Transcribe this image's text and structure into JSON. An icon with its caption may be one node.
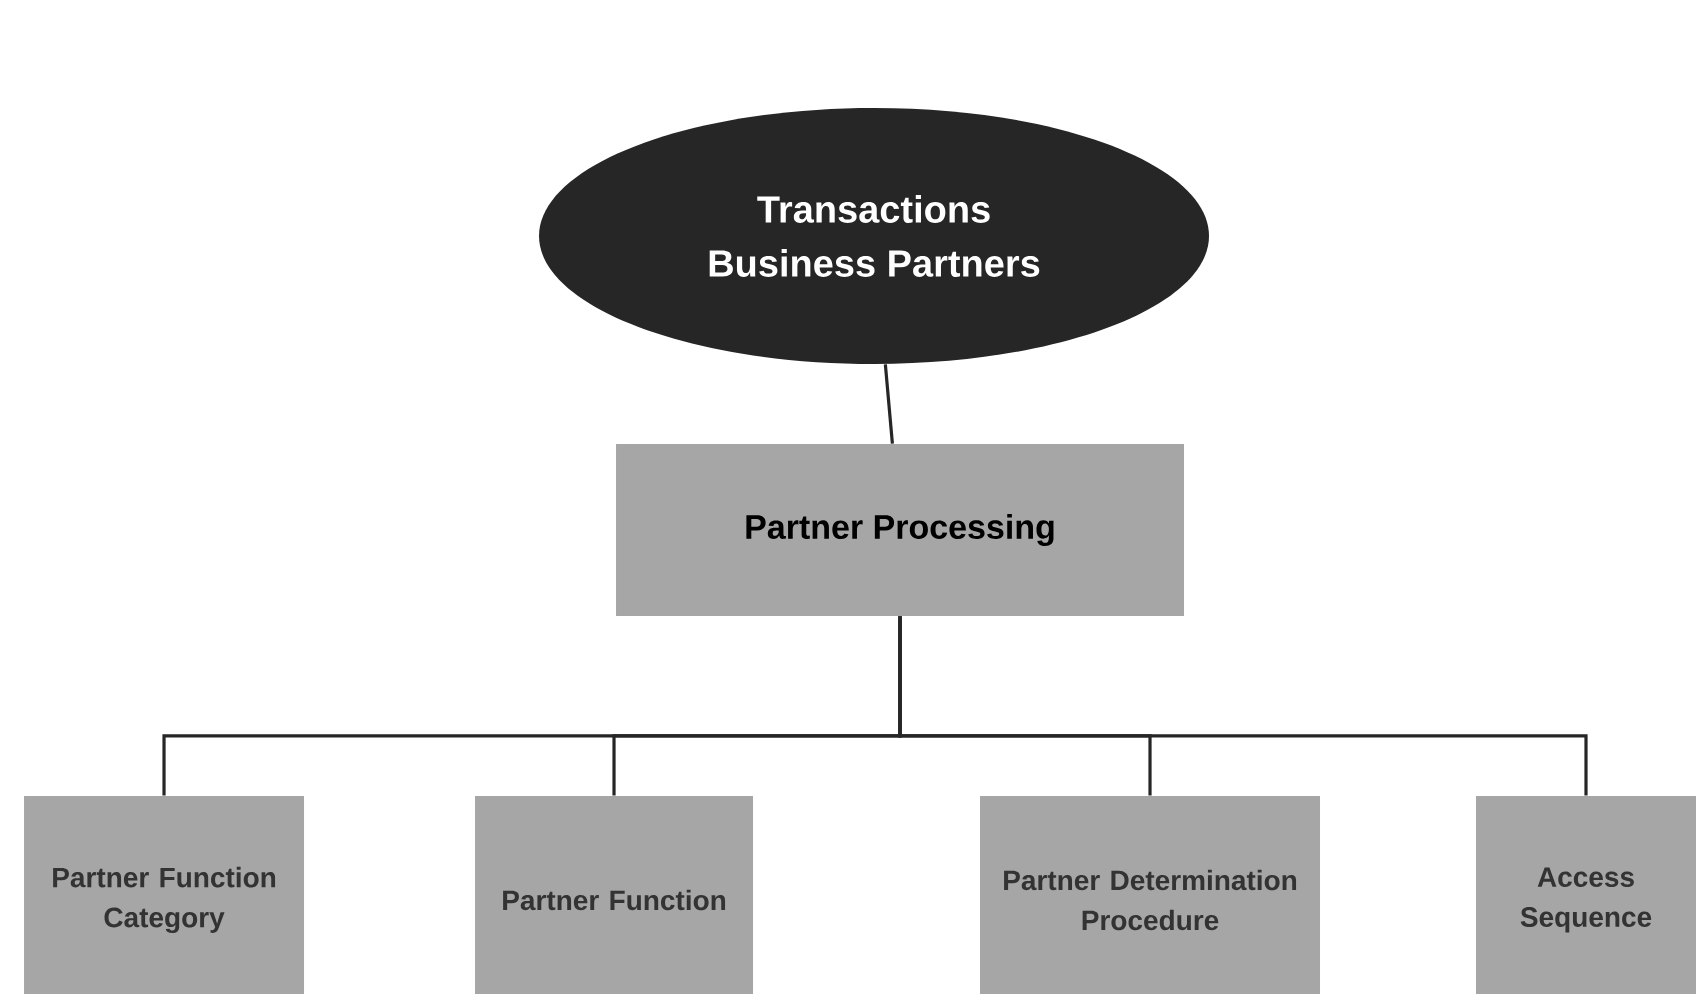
{
  "diagram": {
    "nodes": [
      {
        "text": [
          "Transactions",
          "Business Partners"
        ]
      },
      {
        "text": [
          "Partner Processing"
        ]
      },
      {
        "text": [
          "Partner Function Category"
        ]
      },
      {
        "text": [
          "Partner Function"
        ]
      },
      {
        "text": [
          "Partner Determination Procedure"
        ]
      },
      {
        "text": [
          "Access Sequence"
        ]
      }
    ],
    "edges": [
      {
        "from": 0,
        "to": 1,
        "arrow": "none"
      },
      {
        "from": 1,
        "to": 2,
        "arrow": "none"
      },
      {
        "from": 1,
        "to": 3,
        "arrow": "none"
      },
      {
        "from": 1,
        "to": 4,
        "arrow": "none"
      },
      {
        "from": 1,
        "to": 5,
        "arrow": "none"
      }
    ]
  }
}
